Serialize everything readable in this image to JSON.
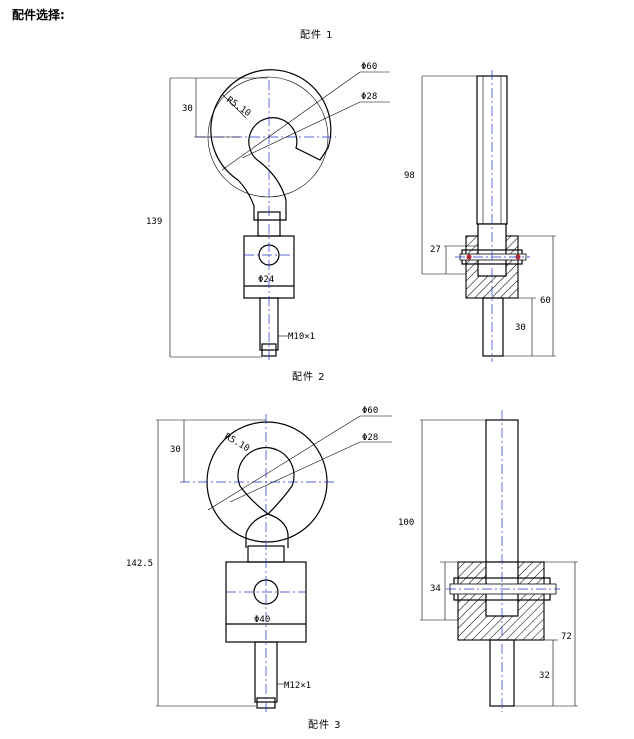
{
  "page": {
    "heading": "配件选择:"
  },
  "parts": [
    {
      "caption": "配件 1",
      "dims": {
        "d_outer": "Φ60",
        "d_inner": "Φ28",
        "offset": "30",
        "total": "139",
        "radius": "R5.10",
        "bore": "Φ24",
        "thread": "M10×1",
        "side_height": "98",
        "side_block": "27",
        "side_lower": "60",
        "side_stub": "30"
      }
    },
    {
      "caption": "配件 2",
      "dims": {
        "d_outer": "Φ60",
        "d_inner": "Φ28",
        "offset": "30",
        "total": "142.5",
        "radius": "R5.10",
        "bore": "Φ40",
        "thread": "M12×1",
        "side_height": "100",
        "side_block": "34",
        "side_lower": "72",
        "side_stub": "32"
      }
    },
    {
      "caption": "配件 3"
    }
  ]
}
